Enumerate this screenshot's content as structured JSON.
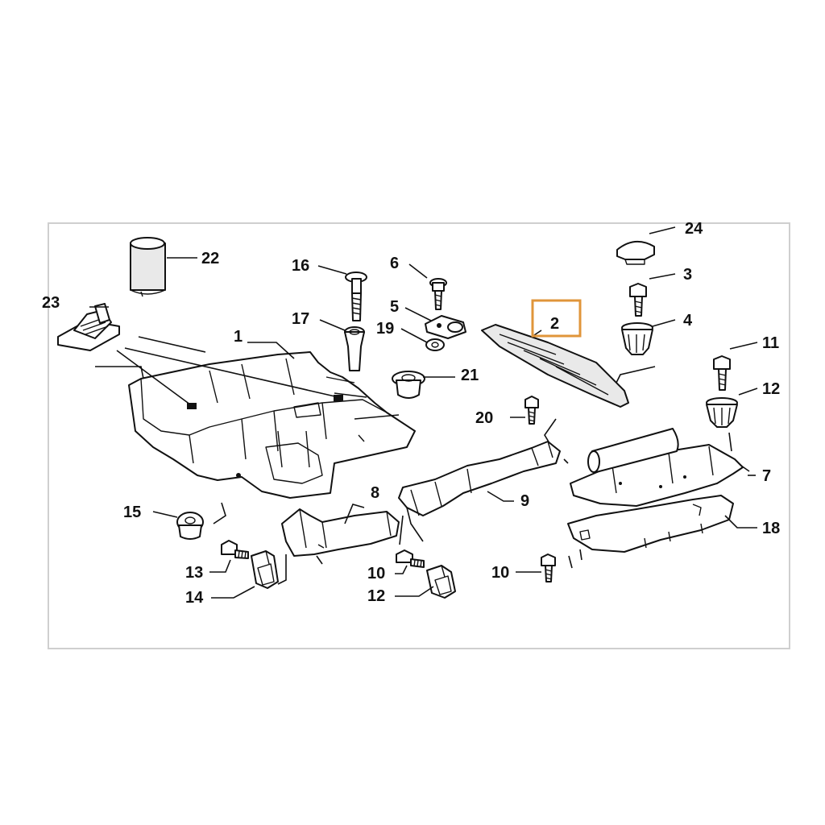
{
  "diagram": {
    "highlight_color": "#e0953a",
    "highlighted_label": "2",
    "callouts": [
      {
        "label": "1"
      },
      {
        "label": "2"
      },
      {
        "label": "3"
      },
      {
        "label": "4"
      },
      {
        "label": "5"
      },
      {
        "label": "6"
      },
      {
        "label": "7"
      },
      {
        "label": "8"
      },
      {
        "label": "9"
      },
      {
        "label": "10"
      },
      {
        "label": "10"
      },
      {
        "label": "11"
      },
      {
        "label": "12"
      },
      {
        "label": "12"
      },
      {
        "label": "13"
      },
      {
        "label": "14"
      },
      {
        "label": "15"
      },
      {
        "label": "16"
      },
      {
        "label": "17"
      },
      {
        "label": "18"
      },
      {
        "label": "19"
      },
      {
        "label": "20"
      },
      {
        "label": "21"
      },
      {
        "label": "22"
      },
      {
        "label": "23"
      },
      {
        "label": "24"
      }
    ]
  }
}
